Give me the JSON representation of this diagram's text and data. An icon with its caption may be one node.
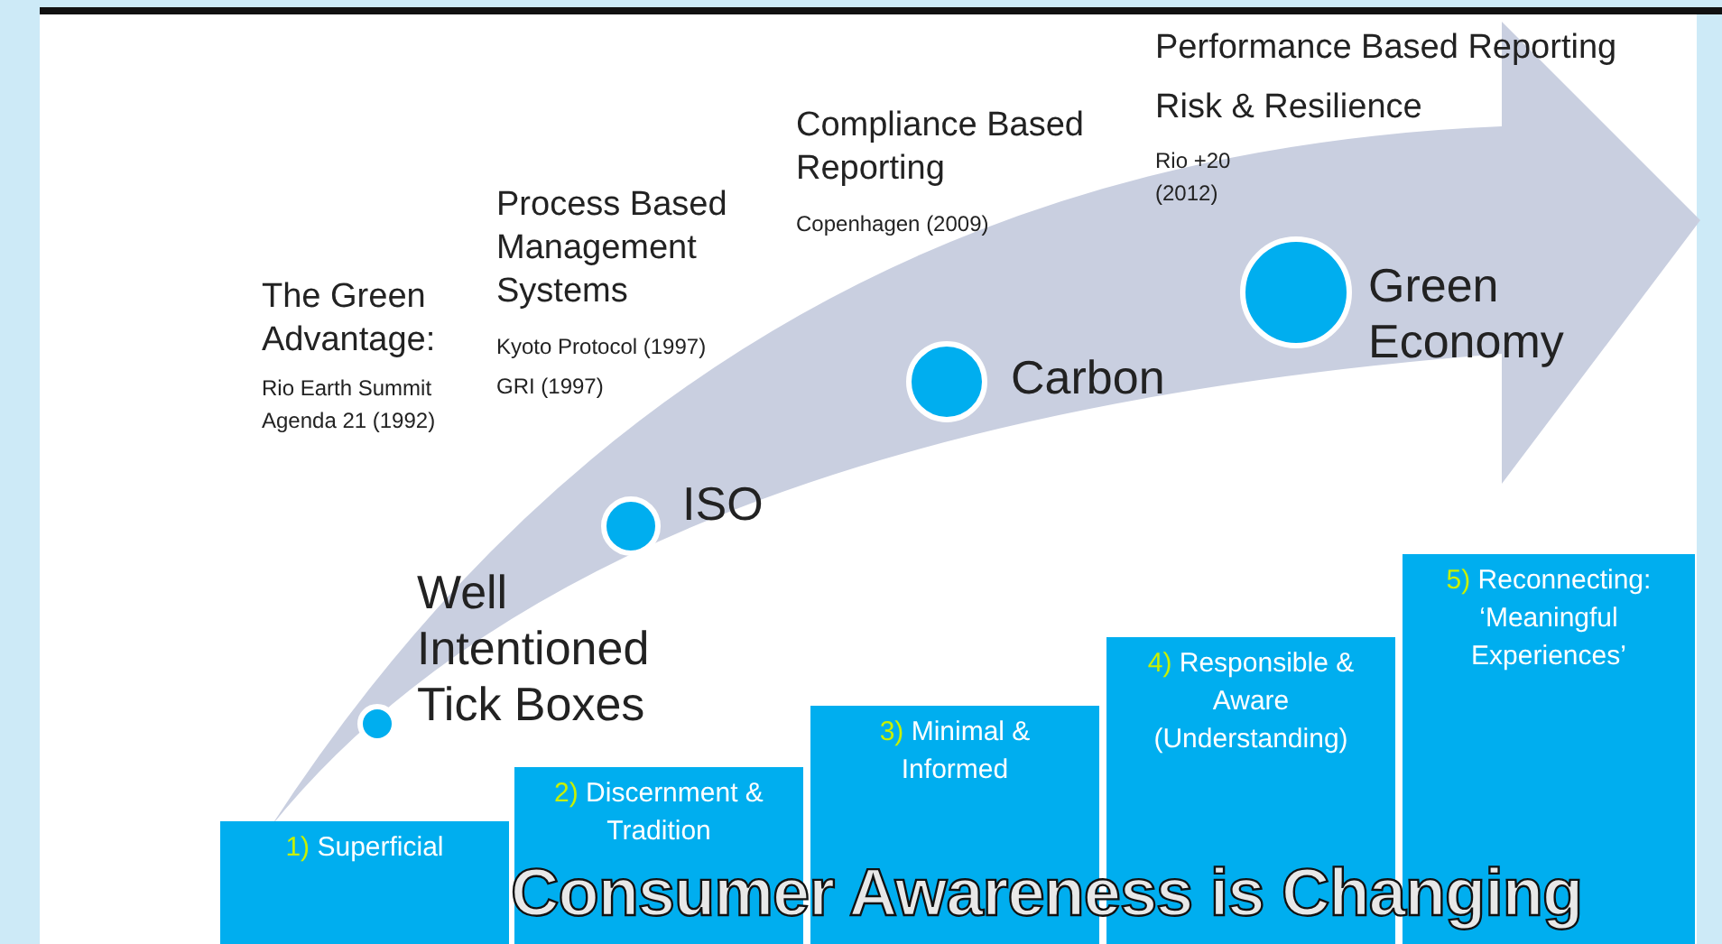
{
  "diagram": {
    "title": "Consumer Awareness is Changing",
    "nodes": [
      {
        "text": [],
        "shape": "circle",
        "beside": [
          "Well Intentioned Tick Boxes"
        ]
      },
      {
        "text": [],
        "shape": "circle",
        "beside": [
          "ISO"
        ]
      },
      {
        "text": [],
        "shape": "circle",
        "beside": [
          "Carbon"
        ]
      },
      {
        "text": [],
        "shape": "circle",
        "beside": [
          "Green Economy"
        ]
      },
      {
        "text": [
          "1) Superficial"
        ]
      },
      {
        "text": [
          "2) Discernment & Tradition"
        ]
      },
      {
        "text": [
          "3) Minimal & Informed"
        ]
      },
      {
        "text": [
          "4) Responsible & Aware (Understanding)"
        ]
      },
      {
        "text": [
          "5) Reconnecting: ‘Meaningful Experiences’"
        ]
      }
    ],
    "labels": [
      "Performance Based Reporting",
      "Risk & Resilience",
      "Rio +20 (2012)",
      "Compliance Based Reporting",
      "Copenhagen (2009)",
      "Process Based Management Systems",
      "Kyoto Protocol (1997)",
      "GRI (1997)",
      "The Green Advantage:",
      "Rio Earth Summit Agenda 21 (1992)"
    ]
  }
}
